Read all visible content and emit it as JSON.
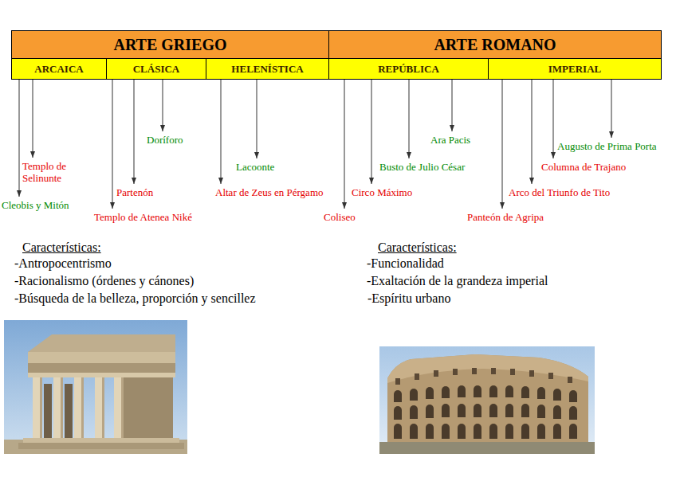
{
  "diagram": {
    "nodes": [
      {
        "text": [
          "ARTE GRIEGO"
        ]
      },
      {
        "text": [
          "ARTE ROMANO"
        ]
      },
      {
        "text": [
          "ARCAICA"
        ]
      },
      {
        "text": [
          "CLÁSICA"
        ]
      },
      {
        "text": [
          "HELENÍSTICA"
        ]
      },
      {
        "text": [
          "REPÚBLICA"
        ]
      },
      {
        "text": [
          "IMPERIAL"
        ]
      },
      {
        "text": [
          "Templo de Selinunte"
        ]
      },
      {
        "text": [
          "Cleobis y Mitón"
        ]
      },
      {
        "text": [
          "Doríforo"
        ]
      },
      {
        "text": [
          "Partenón"
        ]
      },
      {
        "text": [
          "Templo de Atenea Niké"
        ]
      },
      {
        "text": [
          "Lacoonte"
        ]
      },
      {
        "text": [
          "Altar de Zeus en Pérgamo"
        ]
      },
      {
        "text": [
          "Ara Pacis"
        ]
      },
      {
        "text": [
          "Busto de Julio César"
        ]
      },
      {
        "text": [
          "Circo Máximo"
        ]
      },
      {
        "text": [
          "Coliseo"
        ]
      },
      {
        "text": [
          "Augusto de Prima Porta"
        ]
      },
      {
        "text": [
          "Columna de Trajano"
        ]
      },
      {
        "text": [
          "Arco del Triunfo de Tito"
        ]
      },
      {
        "text": [
          "Panteón de Agripa"
        ]
      }
    ],
    "edges": [
      {
        "from": 2,
        "to": 8,
        "arrow": "to"
      },
      {
        "from": 2,
        "to": 7,
        "arrow": "to"
      },
      {
        "from": 3,
        "to": 11,
        "arrow": "to"
      },
      {
        "from": 3,
        "to": 10,
        "arrow": "to"
      },
      {
        "from": 3,
        "to": 9,
        "arrow": "to"
      },
      {
        "from": 4,
        "to": 13,
        "arrow": "to"
      },
      {
        "from": 4,
        "to": 12,
        "arrow": "to"
      },
      {
        "from": 5,
        "to": 17,
        "arrow": "to"
      },
      {
        "from": 5,
        "to": 16,
        "arrow": "to"
      },
      {
        "from": 5,
        "to": 15,
        "arrow": "to"
      },
      {
        "from": 5,
        "to": 14,
        "arrow": "to"
      },
      {
        "from": 6,
        "to": 21,
        "arrow": "to"
      },
      {
        "from": 6,
        "to": 20,
        "arrow": "to"
      },
      {
        "from": 6,
        "to": 19,
        "arrow": "to"
      },
      {
        "from": 6,
        "to": 18,
        "arrow": "to"
      }
    ],
    "labels": [
      "Características:",
      "-Antropocentrismo",
      "-Racionalismo (órdenes y cánones)",
      "-Búsqueda de la belleza, proporción y sencillez",
      "Características:",
      "-Funcionalidad",
      "-Exaltación de la grandeza imperial",
      "-Espíritu urbano"
    ]
  }
}
